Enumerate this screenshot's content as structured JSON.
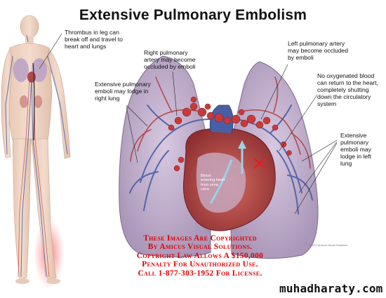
{
  "title": "Extensive Pulmonary Embolism",
  "labels": {
    "thrombus": "Thrombus in leg can break off and travel to heart and lungs",
    "right_artery": "Right pulmonary artery may become occluded by emboli",
    "left_artery": "Left pulmonary artery may become occluded by emboli",
    "right_lung": "Extensive pulmonary emboli may lodge in right lung",
    "no_oxygen": "No oxygenated blood can return to the heart, completely shutting down the circulatory system",
    "left_lung": "Extensive pulmonary emboli may lodge in left lung",
    "blood_entering": "Blood entering heart from vena cava"
  },
  "small_copyright": "©2007 Amicus Visual Solutions",
  "copyright_notice": {
    "line1": "These Images Are Copyrighted",
    "line2": "By Amicus Visual Solutions.",
    "line3": "Copyright Law Allows A $150,000",
    "line4": "Penalty For Unauthorized Use.",
    "line5": "Call 1-877-303-1952 For License."
  },
  "watermark": "muhadharaty.com",
  "colors": {
    "lung_fill": "#c8b3d3",
    "heart_muscle": "#b54a48",
    "artery_blue": "#4a5ea4",
    "clot_red": "#c83a3a",
    "copyright_red": "#e00000",
    "leg_glow": "#e84a4a"
  }
}
